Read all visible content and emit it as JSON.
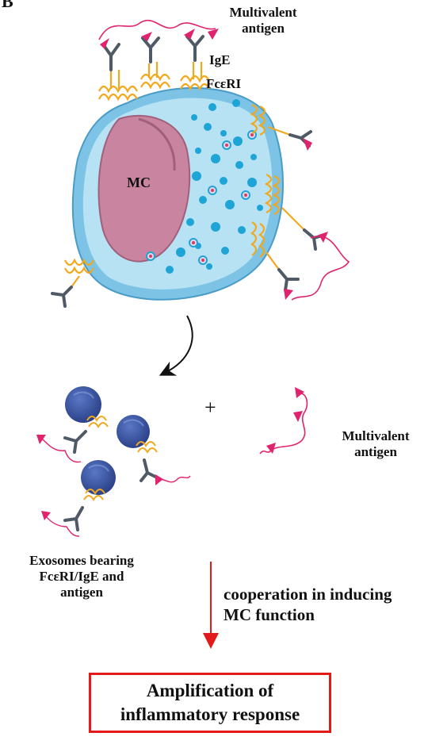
{
  "panel_letter": "B",
  "labels": {
    "antigen_top_line1": "Multivalent",
    "antigen_top_line2": "antigen",
    "ige": "IgE",
    "fceri": "FcεRI",
    "mc": "MC",
    "plus": "+",
    "antigen_right_line1": "Multivalent",
    "antigen_right_line2": "antigen",
    "exosomes_line1": "Exosomes bearing",
    "exosomes_line2": "FcεRI/IgE and",
    "exosomes_line3": "antigen",
    "cooperation_line1": "cooperation in inducing",
    "cooperation_line2": "MC function",
    "outcome_line1": "Amplification of",
    "outcome_line2": "inflammatory response"
  },
  "colors": {
    "cell_membrane": "#7cc3e6",
    "cytoplasm": "#b7e2f3",
    "nucleus": "#c9859f",
    "granule": "#1fa4d6",
    "receptor": "#f2a81d",
    "antibody": "#505a66",
    "antigen": "#e0236d",
    "exosome": "#344f9c",
    "arrow_red": "#e21a1a",
    "outcome_border": "#e21a1a"
  }
}
